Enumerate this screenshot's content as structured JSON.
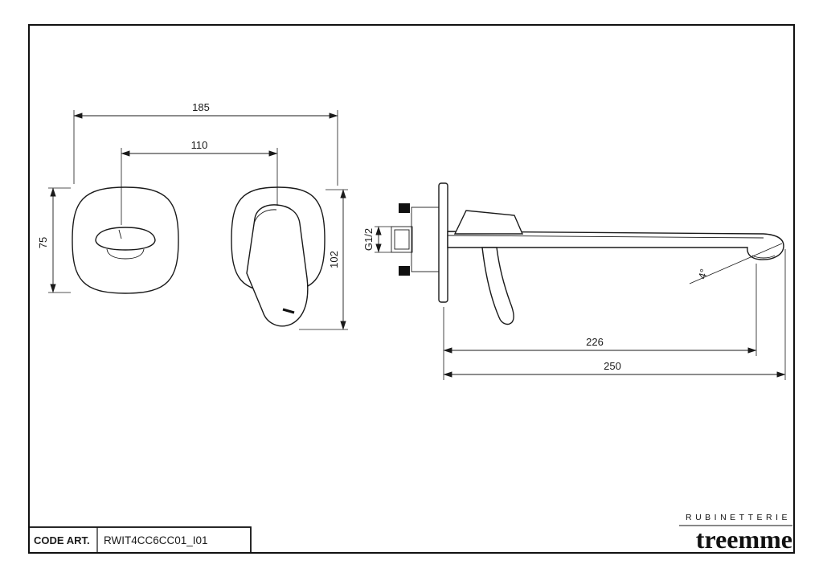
{
  "dimensions": {
    "overall_width": "185",
    "handle_spacing": "110",
    "plate_height": "75",
    "view_height": "102",
    "thread": "G1/2",
    "angle": "4°",
    "spout_reach": "226",
    "overall_reach": "250"
  },
  "title_block": {
    "code_label": "CODE ART.",
    "code_value": "RWIT4CC6CC01_I01"
  },
  "brand": {
    "tagline": "RUBINETTERIE",
    "name": "treemme"
  },
  "colors": {
    "line": "#1a1a1a",
    "background": "#ffffff"
  }
}
